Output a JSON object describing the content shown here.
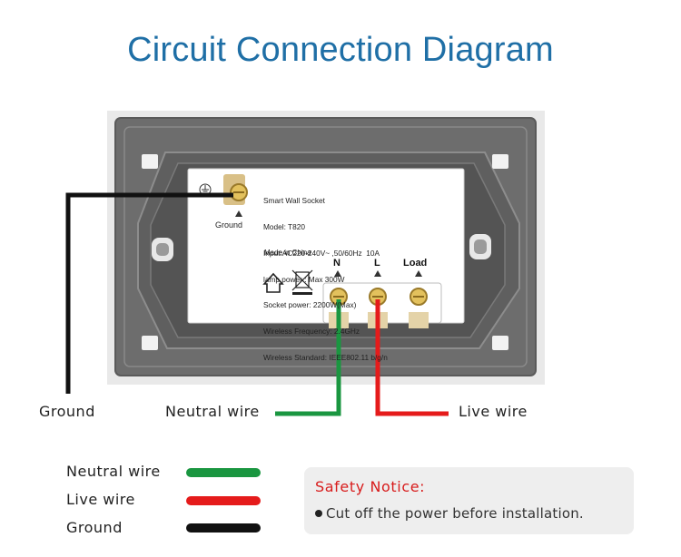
{
  "title": "Circuit Connection Diagram",
  "socket": {
    "ground_symbol_label": "Ground",
    "spec_lines": [
      "Smart Wall Socket",
      "Model: T820",
      "Input:AC220-240V~ ,50/60Hz  10A",
      "lamp power : Max 300W",
      "Socket power: 2200W(Max)",
      "Wireless Frequency: 2.4GHz",
      "Wireless Standard: IEEE802.11 b/g/n"
    ],
    "made_in": "Made in China",
    "terminals": {
      "n": "N",
      "l": "L",
      "load": "Load"
    }
  },
  "wire_labels": {
    "ground": "Ground",
    "neutral": "Neutral wire",
    "live": "Live wire"
  },
  "legend": [
    {
      "label": "Neutral wire",
      "color": "#1a9640"
    },
    {
      "label": "Live wire",
      "color": "#e51b1b"
    },
    {
      "label": "Ground",
      "color": "#111111"
    }
  ],
  "notice": {
    "title": "Safety Notice:",
    "text": "Cut off the power before installation."
  },
  "colors": {
    "title": "#1f6fa6",
    "neutral": "#1a9640",
    "live": "#e51b1b",
    "ground": "#111111",
    "notice_title": "#d81c1c",
    "plate": "#6a6a6a"
  }
}
